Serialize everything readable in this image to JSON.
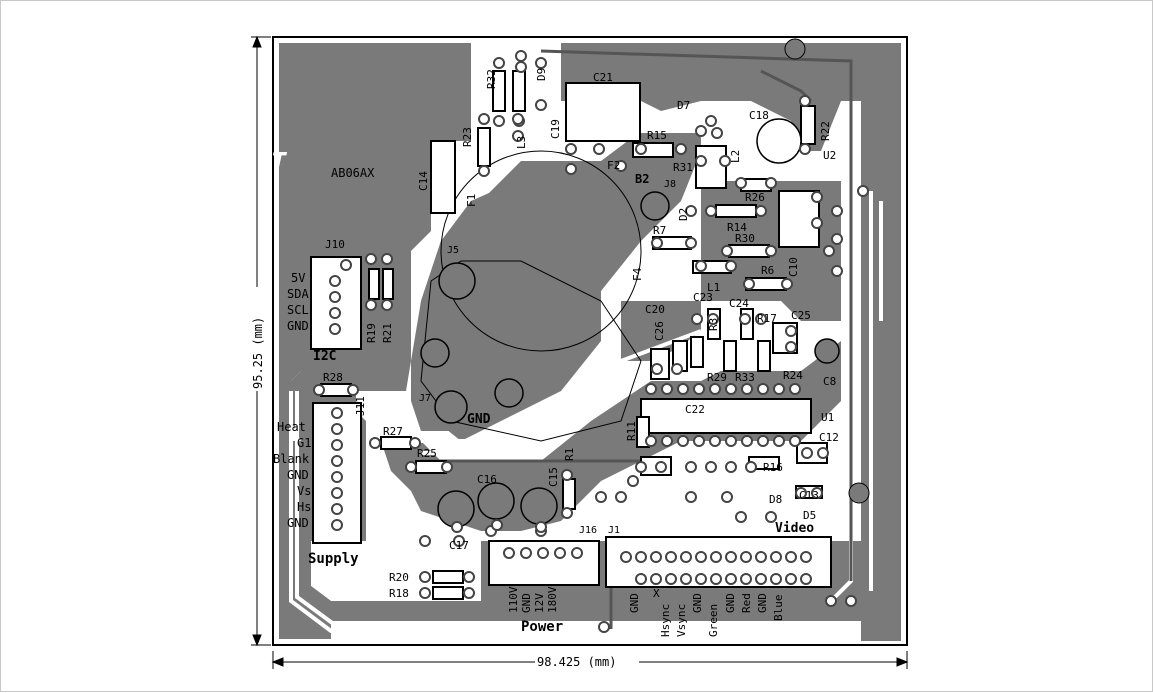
{
  "dimensions": {
    "width_label": "98.425 (mm)",
    "height_label": "95.25 (mm)"
  },
  "logo": {
    "text": "AB06AX"
  },
  "zones": {
    "gnd": "GND",
    "supply": "Supply",
    "power": "Power",
    "video": "Video",
    "i2c": "I2C",
    "b2": "B2"
  },
  "connectors": {
    "j10": {
      "ref": "J10",
      "pins": [
        "5V",
        "SDA",
        "SCL",
        "GND"
      ]
    },
    "j11": {
      "ref": "J11",
      "pins": [
        "Heat",
        "G1",
        "Blank",
        "GND",
        "Vs",
        "Hs",
        "GND"
      ]
    },
    "j16": {
      "ref": "J16",
      "pins": [
        "110V",
        "GND",
        "12V",
        "180V"
      ]
    },
    "j1": {
      "ref": "J1",
      "pins": [
        "GND",
        "X",
        "Hsync",
        "Vsync",
        "GND",
        "Green",
        "GND",
        "Red",
        "GND",
        "Blue"
      ]
    },
    "j5": "J5",
    "j7": "J7",
    "j8": "J8"
  },
  "components": [
    "R32",
    "L3",
    "D9",
    "C21",
    "D7",
    "C18",
    "R22",
    "U2",
    "R23",
    "C19",
    "R15",
    "L2",
    "C14",
    "F2",
    "R31",
    "F1",
    "R26",
    "D2",
    "R14",
    "R7",
    "R30",
    "C10",
    "F4",
    "R6",
    "L1",
    "C20",
    "C23",
    "C24",
    "C25",
    "C26",
    "R3",
    "R17",
    "R19",
    "R21",
    "R28",
    "R29",
    "R33",
    "R24",
    "C8",
    "C22",
    "U1",
    "R27",
    "R11",
    "C12",
    "R25",
    "R16",
    "C16",
    "R1",
    "C15",
    "C13",
    "D8",
    "D5",
    "C17",
    "R20",
    "R18"
  ],
  "colors": {
    "copper": "#7a7a7a",
    "silkscreen": "#000000",
    "pad": "#ffffff",
    "background": "#ffffff"
  }
}
